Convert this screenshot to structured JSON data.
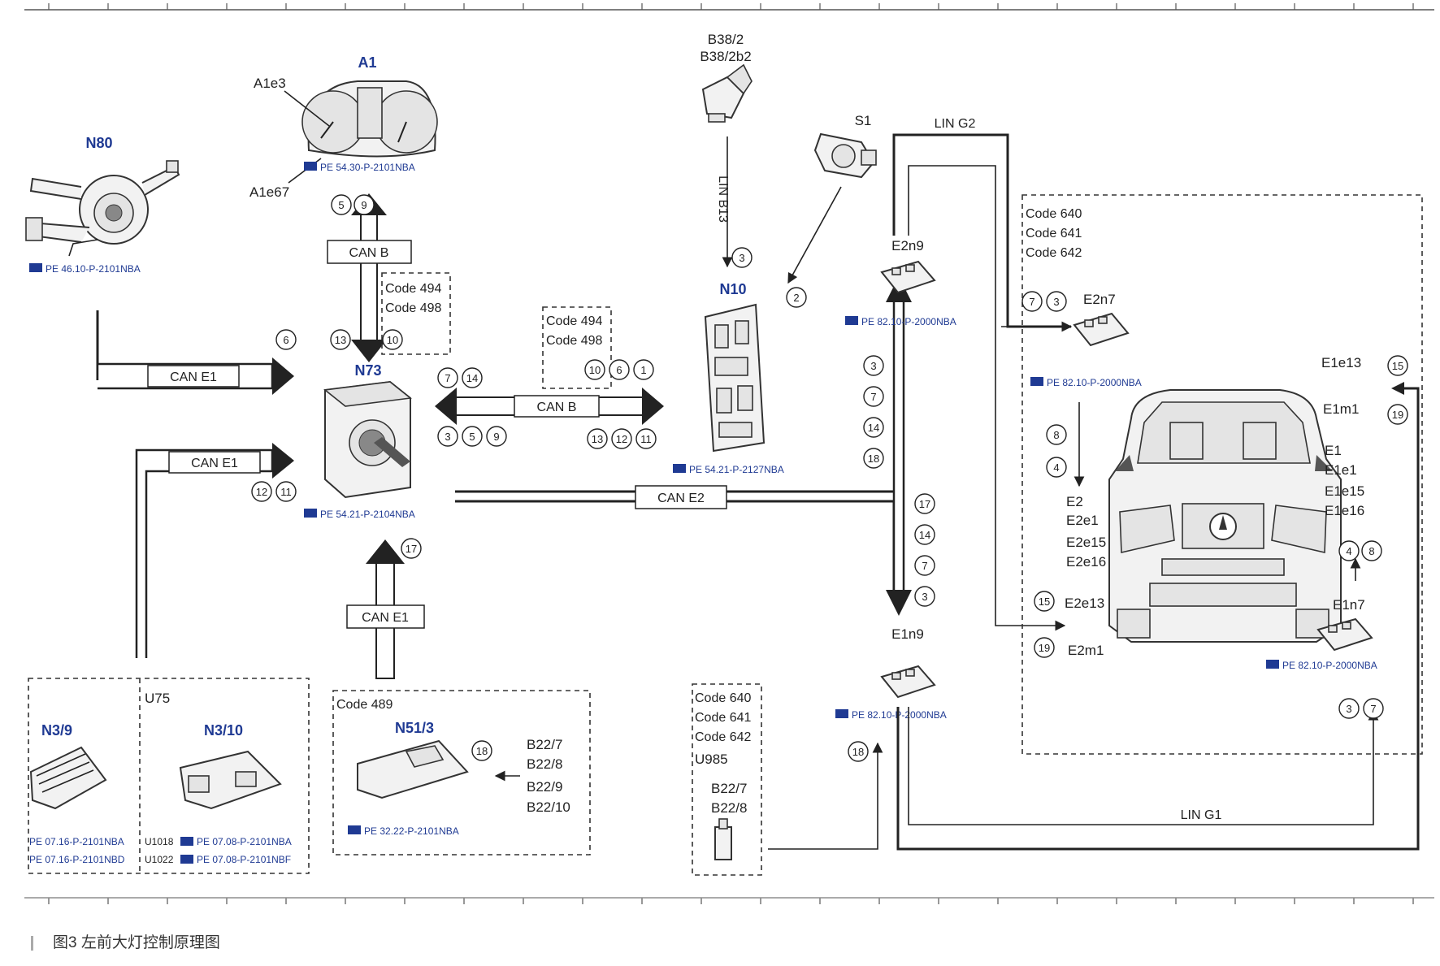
{
  "caption": "图3 左前大灯控制原理图",
  "components": {
    "A1": "A1",
    "A1e3": "A1e3",
    "A1e67": "A1e67",
    "N80": "N80",
    "N73": "N73",
    "N10": "N10",
    "S1": "S1",
    "B38_2": "B38/2",
    "B38_2b2": "B38/2b2",
    "E2n9": "E2n9",
    "E2n7": "E2n7",
    "E1n9": "E1n9",
    "E1n7": "E1n7",
    "N3_9": "N3/9",
    "N3_10": "N3/10",
    "U75": "U75",
    "N51_3": "N51/3",
    "U985": "U985",
    "U1018": "U1018",
    "U1022": "U1022",
    "B22_list_1": [
      "B22/7",
      "B22/8",
      "B22/9",
      "B22/10"
    ],
    "B22_list_2": [
      "B22/7",
      "B22/8"
    ],
    "E1_list": [
      "E1",
      "E1e1",
      "E1e15",
      "E1e16"
    ],
    "E2_list": [
      "E2",
      "E2e1",
      "E2e15",
      "E2e16"
    ],
    "E2e13": "E2e13",
    "E2m1": "E2m1",
    "E1e13": "E1e13",
    "E1m1": "E1m1"
  },
  "buses": {
    "can_b_1": "CAN B",
    "can_b_2": "CAN B",
    "can_e1_1": "CAN E1",
    "can_e1_2": "CAN E1",
    "can_e1_3": "CAN E1",
    "can_e2": "CAN E2",
    "lin_b13": "LIN B13",
    "lin_g1": "LIN G1",
    "lin_g2": "LIN G2"
  },
  "codes": {
    "c494_498_a": [
      "Code 494",
      "Code 498"
    ],
    "c494_498_b": [
      "Code 494",
      "Code 498"
    ],
    "c640_642_a": [
      "Code 640",
      "Code 641",
      "Code 642"
    ],
    "c640_642_b": [
      "Code 640",
      "Code 641",
      "Code 642"
    ],
    "c489": "Code 489"
  },
  "refs": {
    "a1": "PE 54.30-P-2101NBA",
    "n80": "PE 46.10-P-2101NBA",
    "n73": "PE 54.21-P-2104NBA",
    "n10": "PE 54.21-P-2127NBA",
    "e2n9": "PE 82.10-P-2000NBA",
    "e2n7": "PE 82.10-P-2000NBA",
    "e1n9": "PE 82.10-P-2000NBA",
    "e1n7": "PE 82.10-P-2000NBA",
    "n51_3": "PE 32.22-P-2101NBA",
    "n3_9_a": "PE 07.16-P-2101NBA",
    "n3_9_b": "PE 07.16-P-2101NBD",
    "n3_10_a": "PE 07.08-P-2101NBA",
    "n3_10_b": "PE 07.08-P-2101NBF"
  },
  "circles": {
    "g_a1": [
      "5",
      "9"
    ],
    "g_n73_top": [
      "13",
      "10"
    ],
    "g_cane1_top": [
      "6"
    ],
    "g_cane1_bot": [
      "12",
      "11"
    ],
    "g_n73_left_top": [
      "7",
      "14"
    ],
    "g_n73_left_bot": [
      "3",
      "5",
      "9"
    ],
    "g_canb_right_top": [
      "10",
      "6",
      "1"
    ],
    "g_canb_right_bot": [
      "13",
      "12",
      "11"
    ],
    "g_n73_bottom": [
      "17"
    ],
    "g_lin13": [
      "3"
    ],
    "g_s1": [
      "2"
    ],
    "g_n51": [
      "18"
    ],
    "g_e2n7": [
      "7",
      "3"
    ],
    "g_center_up": [
      "3",
      "7",
      "14",
      "18"
    ],
    "g_center_down": [
      "17",
      "14",
      "7",
      "3"
    ],
    "g_e1n9_bottom": [
      "18"
    ],
    "g_e2_left": [
      "8",
      "4"
    ],
    "g_e2e13": [
      "15"
    ],
    "g_e2m1": [
      "19"
    ],
    "g_e1e13": [
      "15"
    ],
    "g_e1m1": [
      "19"
    ],
    "g_e1_right": [
      "4",
      "8"
    ],
    "g_e1n7_bottom": [
      "3",
      "7"
    ]
  }
}
